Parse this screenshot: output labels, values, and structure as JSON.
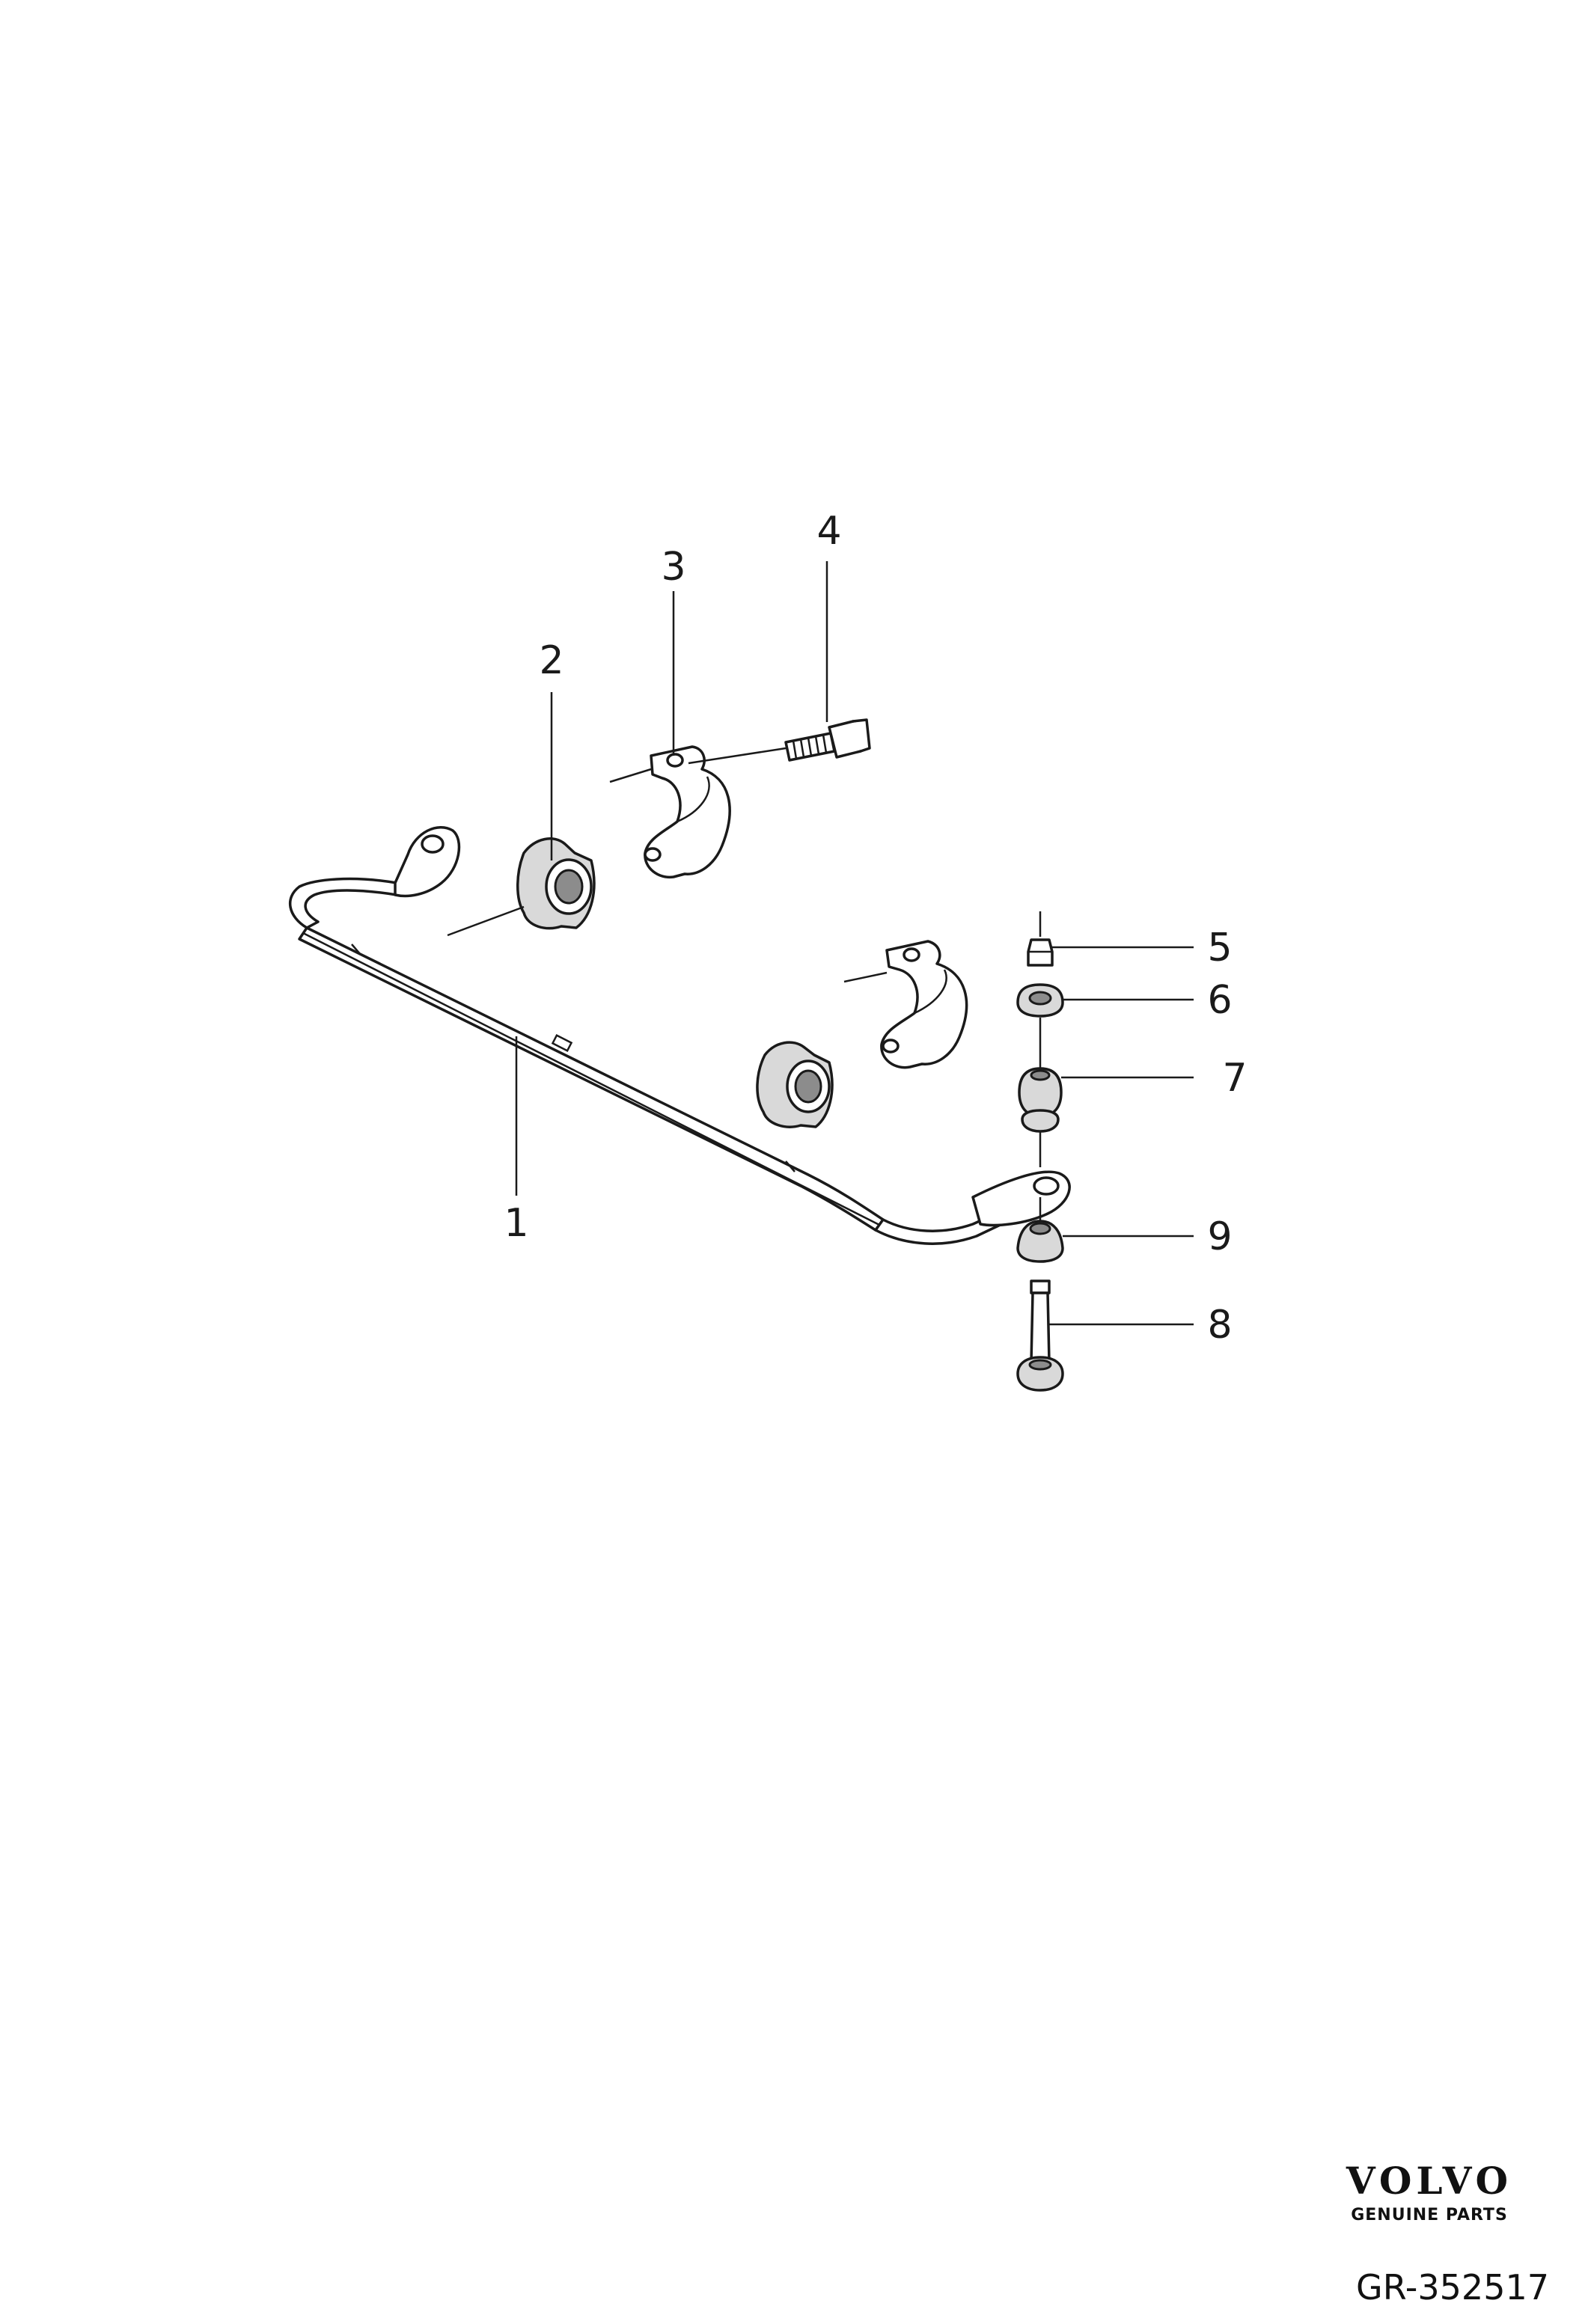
{
  "diagram": {
    "callouts": [
      {
        "id": "1",
        "label": "1"
      },
      {
        "id": "2",
        "label": "2"
      },
      {
        "id": "3",
        "label": "3"
      },
      {
        "id": "4",
        "label": "4"
      },
      {
        "id": "5",
        "label": "5"
      },
      {
        "id": "6",
        "label": "6"
      },
      {
        "id": "7",
        "label": "7"
      },
      {
        "id": "8",
        "label": "8"
      },
      {
        "id": "9",
        "label": "9"
      }
    ]
  },
  "branding": {
    "logo_text": "VOLVO",
    "tagline": "GENUINE PARTS"
  },
  "figure_id": "GR-352517"
}
